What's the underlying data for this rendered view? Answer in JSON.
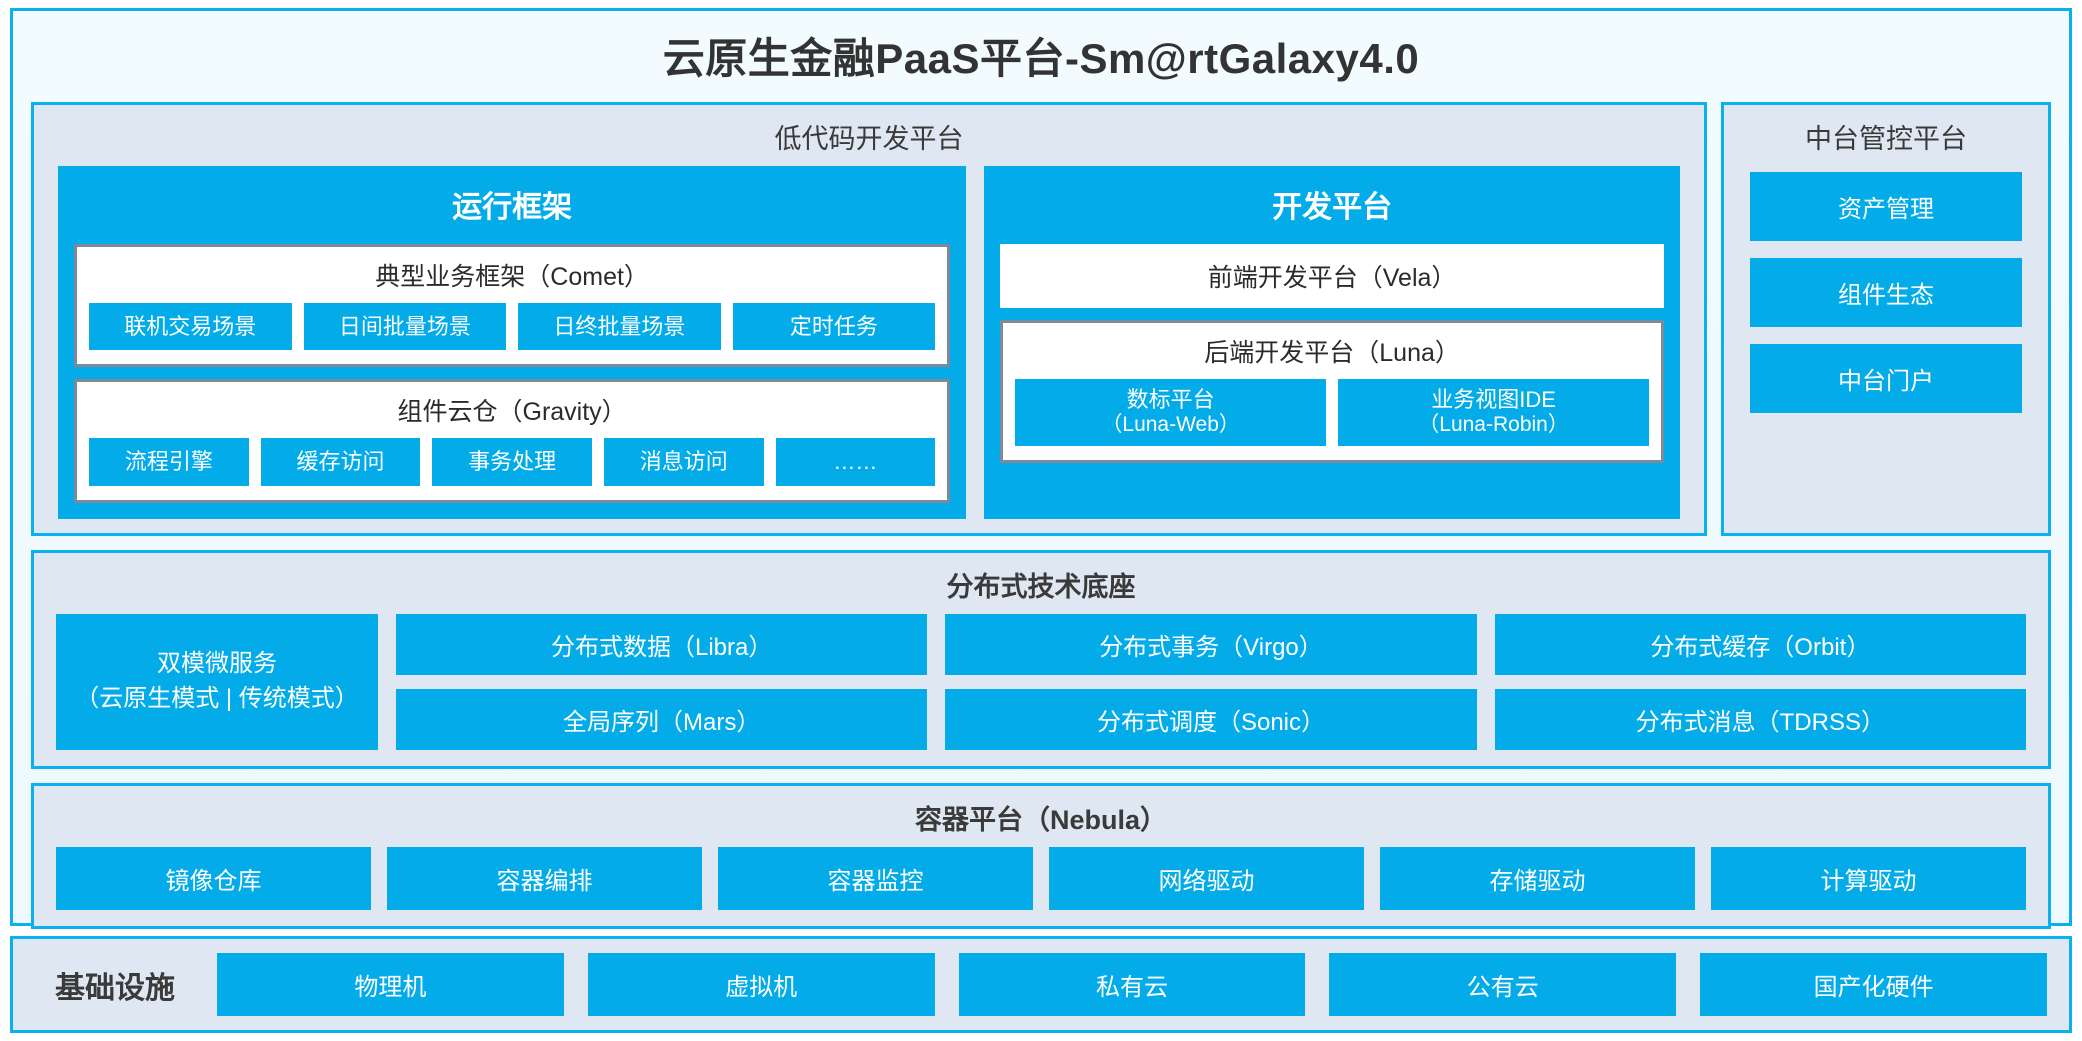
{
  "colors": {
    "accent_blue": "#03ace9",
    "frame_blue": "#0bb0ee",
    "panel_bg": "#dfe8f2",
    "page_bg": "#f2fbfe",
    "grey_border": "#7d8a99",
    "text_dark": "#333333",
    "text_white": "#ffffff"
  },
  "title": "云原生金融PaaS平台-Sm@rtGalaxy4.0",
  "lowcode": {
    "title": "低代码开发平台",
    "runtime": {
      "title": "运行框架",
      "comet": {
        "title": "典型业务框架（Comet）",
        "items": [
          "联机交易场景",
          "日间批量场景",
          "日终批量场景",
          "定时任务"
        ]
      },
      "gravity": {
        "title": "组件云仓（Gravity）",
        "items": [
          "流程引擎",
          "缓存访问",
          "事务处理",
          "消息访问",
          "……"
        ]
      }
    },
    "devplatform": {
      "title": "开发平台",
      "frontend": "前端开发平台（Vela）",
      "backend": {
        "title": "后端开发平台（Luna）",
        "items": [
          {
            "name": "数标平台",
            "code": "（Luna-Web）"
          },
          {
            "name": "业务视图IDE",
            "code": "（Luna-Robin）"
          }
        ]
      }
    }
  },
  "zhongtai": {
    "title": "中台管控平台",
    "items": [
      "资产管理",
      "组件生态",
      "中台门户"
    ]
  },
  "tech": {
    "title": "分布式技术底座",
    "wide": {
      "line1": "双模微服务",
      "line2": "（云原生模式 | 传统模式）"
    },
    "columns": [
      [
        "分布式数据（Libra）",
        "全局序列（Mars）"
      ],
      [
        "分布式事务（Virgo）",
        "分布式调度（Sonic）"
      ],
      [
        "分布式缓存（Orbit）",
        "分布式消息（TDRSS）"
      ]
    ]
  },
  "container": {
    "title": "容器平台（Nebula）",
    "items": [
      "镜像仓库",
      "容器编排",
      "容器监控",
      "网络驱动",
      "存储驱动",
      "计算驱动"
    ]
  },
  "infrastructure": {
    "label": "基础设施",
    "items": [
      "物理机",
      "虚拟机",
      "私有云",
      "公有云",
      "国产化硬件"
    ]
  }
}
